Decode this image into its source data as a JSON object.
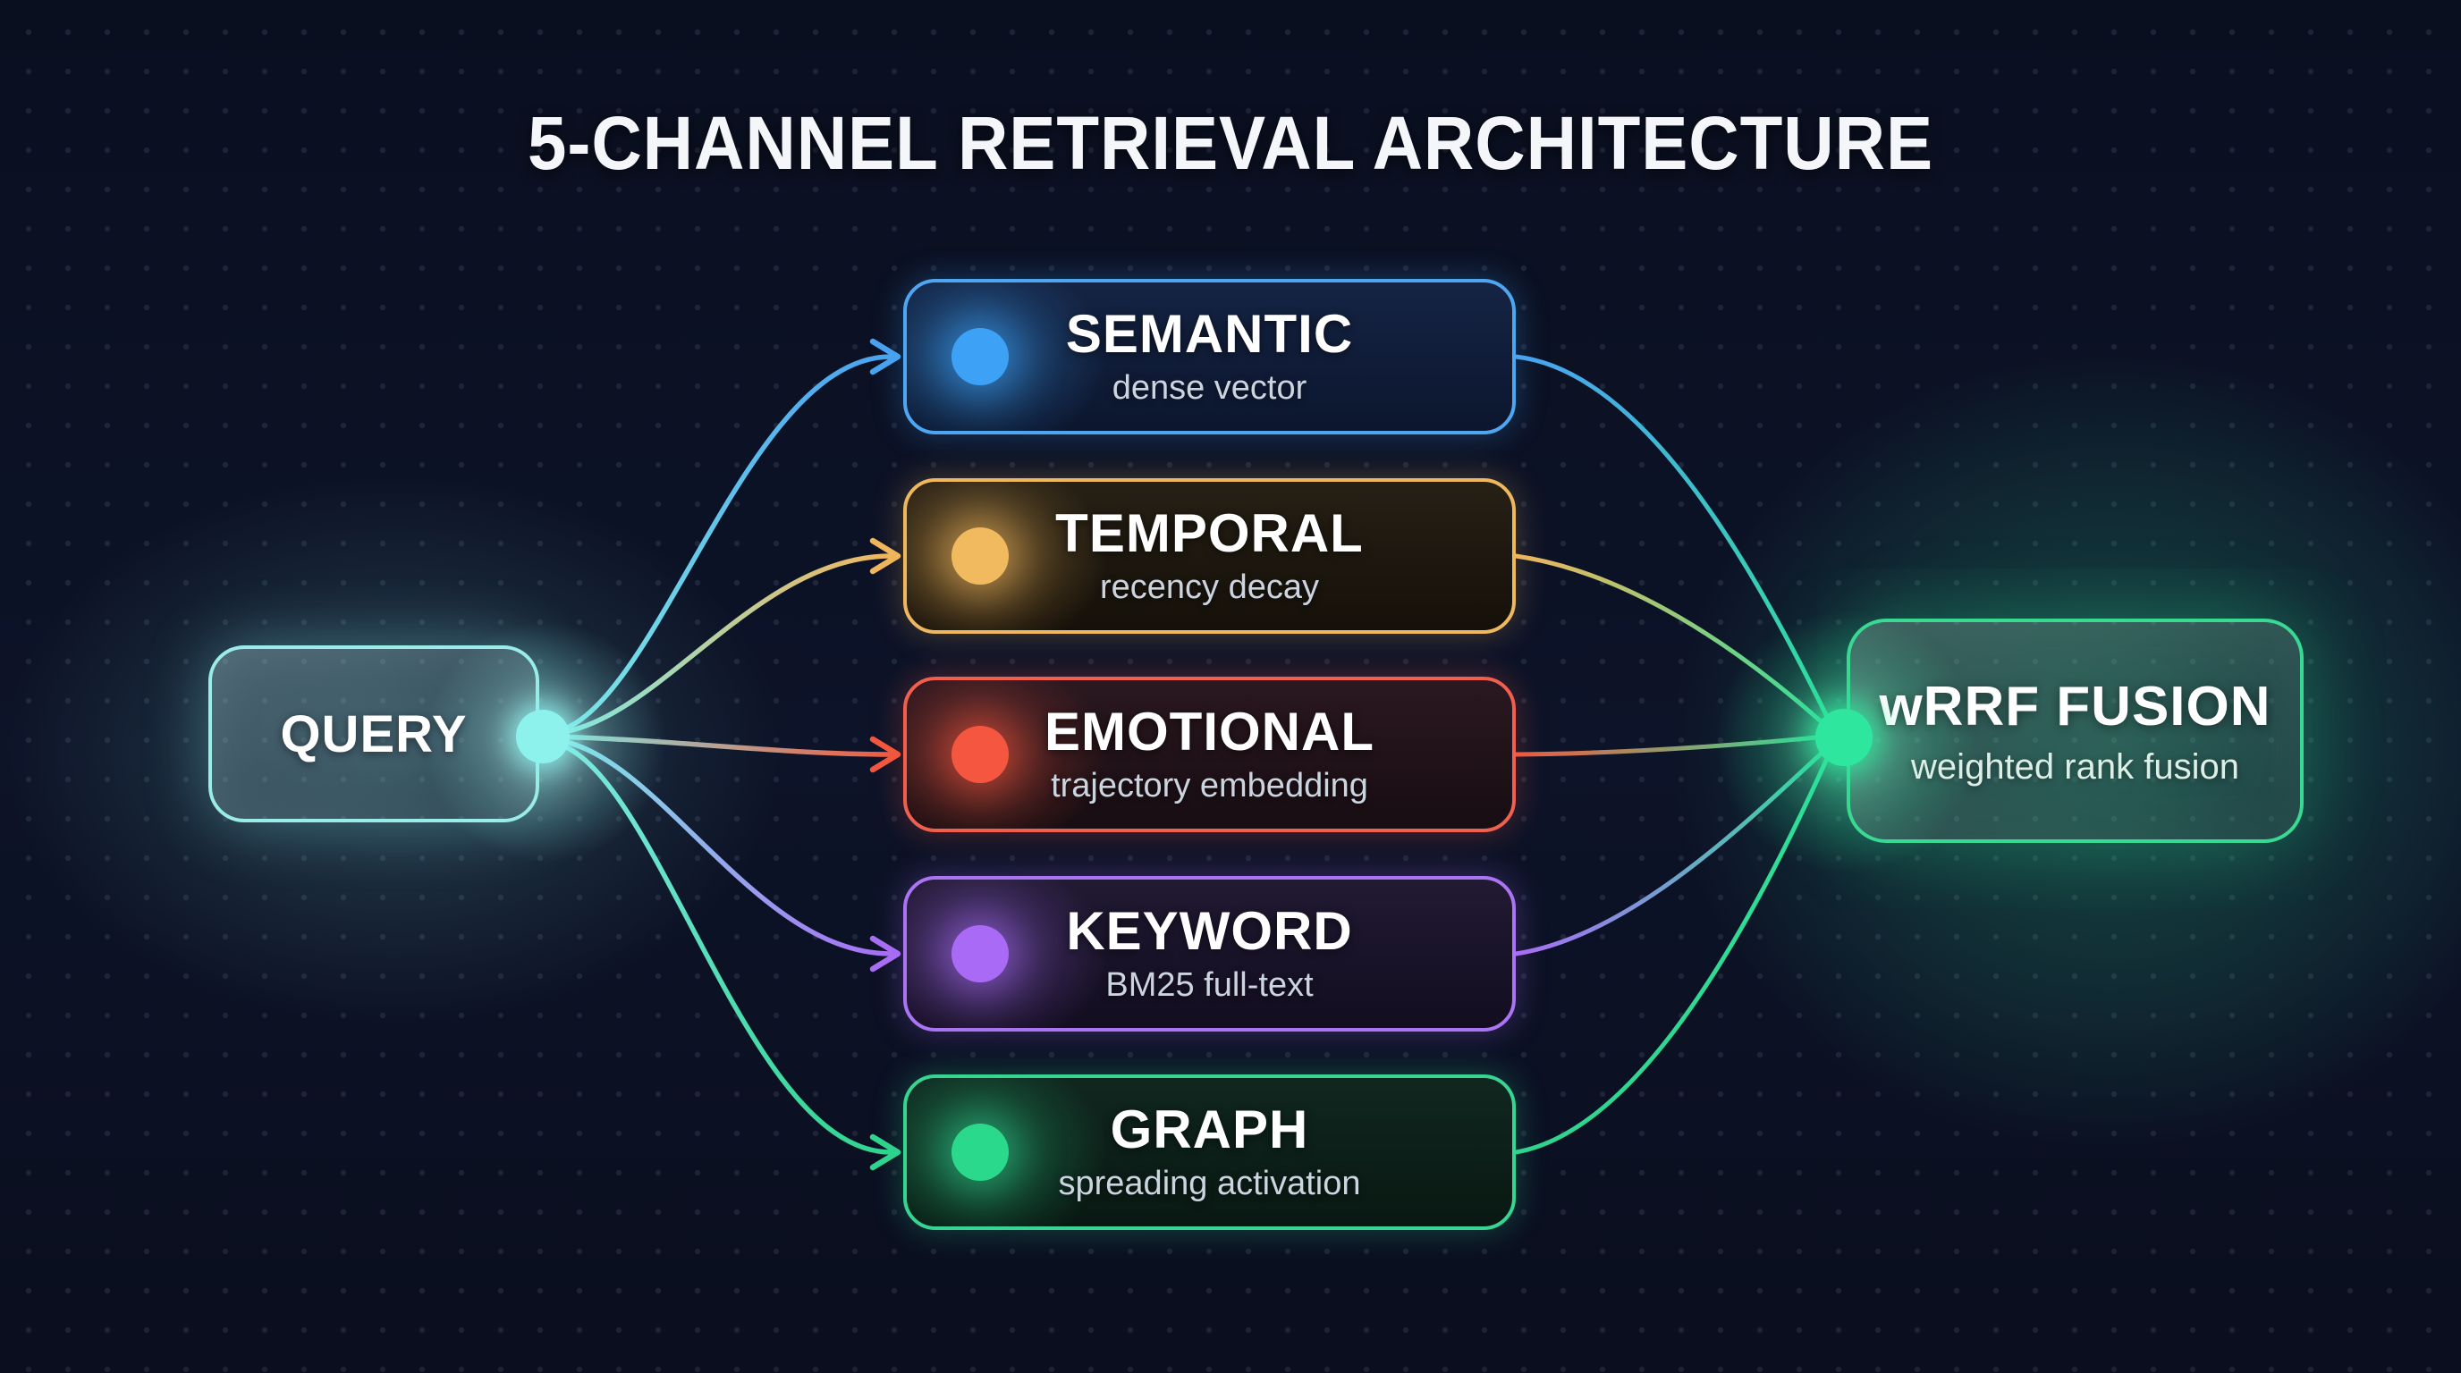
{
  "title": "5-CHANNEL RETRIEVAL ARCHITECTURE",
  "query": {
    "label": "QUERY",
    "accent_color": "#7fe9e4"
  },
  "channels": [
    {
      "label": "SEMANTIC",
      "sublabel": "dense vector",
      "color": "#3da2f5"
    },
    {
      "label": "TEMPORAL",
      "sublabel": "recency decay",
      "color": "#f0b65c"
    },
    {
      "label": "EMOTIONAL",
      "sublabel": "trajectory embedding",
      "color": "#f2583f"
    },
    {
      "label": "KEYWORD",
      "sublabel": "BM25 full-text",
      "color": "#a86ef5"
    },
    {
      "label": "GRAPH",
      "sublabel": "spreading activation",
      "color": "#2fd48e"
    }
  ],
  "fusion": {
    "label": "wRRF FUSION",
    "sublabel": "weighted rank fusion",
    "color": "#2fe09a"
  },
  "background_color": "#0d1328"
}
